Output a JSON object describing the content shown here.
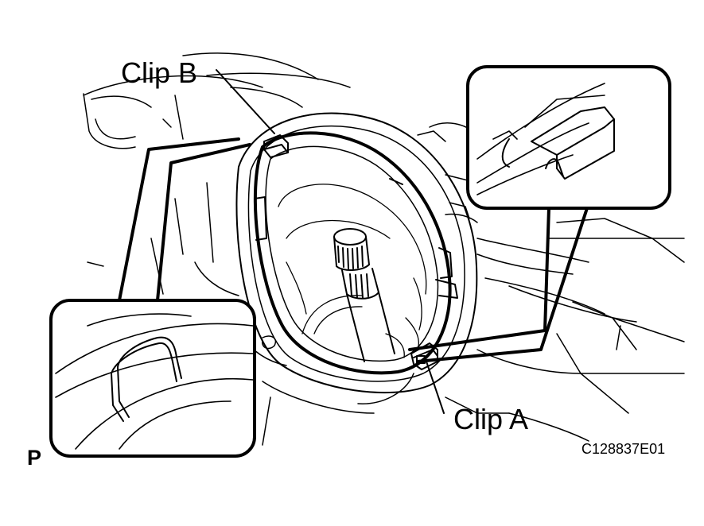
{
  "labels": {
    "clip_b": "Clip B",
    "clip_a": "Clip A",
    "view": "P",
    "figure_code": "C128837E01"
  },
  "colors": {
    "line": "#000000",
    "background": "#ffffff"
  }
}
